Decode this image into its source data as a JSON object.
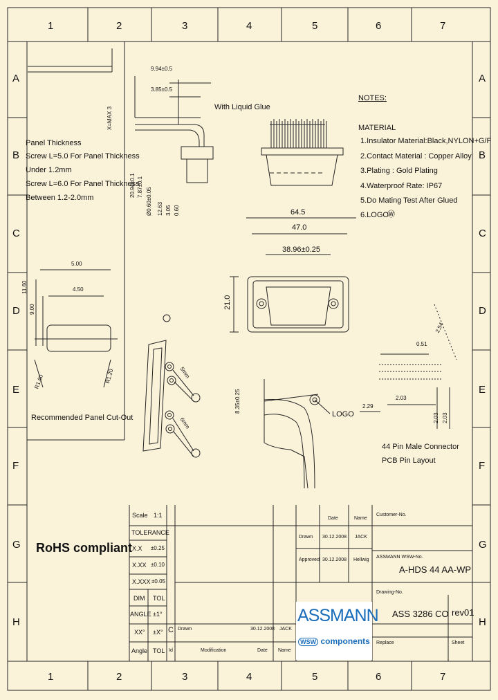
{
  "border": {
    "columns": [
      "1",
      "2",
      "3",
      "4",
      "5",
      "6",
      "7"
    ],
    "rows": [
      "A",
      "B",
      "C",
      "D",
      "E",
      "F",
      "G",
      "H"
    ]
  },
  "notes": {
    "heading": "NOTES:",
    "material_heading": "MATERIAL",
    "items": [
      "1.Insulator Material:Black,NYLON+G/F",
      "2.Contact  Material : Copper Alloy",
      "3.Plating : Gold Plating",
      "4.Waterproof Rate: IP67",
      "5.Do Mating Test After Glued",
      "6.LOGO"
    ]
  },
  "panel": {
    "lines": [
      "Panel Thickness",
      "Screw L=5.0 For Panel Thickness",
      "Under 1.2mm",
      "Screw L=6.0 For Panel Thickness",
      "Between 1.2-2.0mm"
    ],
    "cutout_caption": "Recommended Panel Cut-Out"
  },
  "dimensions": {
    "side_top1": "9.94±0.5",
    "side_top2": "3.85±0.5",
    "xmax": "X=MAX 3",
    "glue": "With Liquid Glue",
    "v1": "20.94±0.1",
    "v2": "7.87±0.1",
    "v3": "Ø0.60±0.05",
    "v4": "12.63",
    "v5": "3.05",
    "v6": "0.60",
    "front_w1": "64.5",
    "front_w2": "47.0",
    "front_w3": "38.96±0.25",
    "front_h": "21.0",
    "cut_w1": "5.00",
    "cut_w2": "4.50",
    "cut_h1": "11.60",
    "cut_h2": "9.00",
    "cut_r1": "R1.60",
    "cut_r2": "R1.20",
    "pcb_rows": "2.54",
    "pcb_pitch": "0.51",
    "pcb_a": "2.29",
    "pcb_b": "2.03",
    "pcb_c": "2.03",
    "pcb_d": "2.03",
    "iso_1": "5mm",
    "iso_2": "6mm",
    "logo_h": "8.35±0.25",
    "logo_label": "LOGO"
  },
  "pcb": {
    "caption1": "44 Pin Male Connector",
    "caption2": "PCB Pin Layout"
  },
  "title_block": {
    "rohs": "RoHS compliant",
    "scale_label": "Scale",
    "scale_value": "1:1",
    "tolerance": "TOLERANCE",
    "tol_rows": [
      [
        "X.X",
        "±0.25"
      ],
      [
        "X.XX",
        "±0.10"
      ],
      [
        "X.XXX",
        "±0.05"
      ]
    ],
    "dim": "DIM",
    "tol": "TOL",
    "angle": "ANGLE",
    "angle_val": "±1°",
    "xx_deg": "XX°",
    "xx_deg_val": "±X°",
    "angle2": "Angle",
    "tol2": "TOL",
    "rev_letter": "C",
    "rev_drawn": "Drawn",
    "rev_date": "30.12.2008",
    "rev_name": "JACK",
    "col_id": "Id",
    "col_mod": "Modification",
    "col_date": "Date",
    "col_name": "Name",
    "hdr_date": "Date",
    "hdr_name": "Name",
    "drawn_label": "Drawn",
    "drawn_date": "30.12.2008",
    "drawn_name": "JACK",
    "approved_label": "Approved",
    "approved_date": "30.12.2008",
    "approved_name": "Hellwig",
    "customer_no": "Customer-No.",
    "assmann_no_label": "ASSMANN WSW-No.",
    "assmann_no": "A-HDS 44 AA-WP",
    "drawing_no_label": "Drawing-No.",
    "drawing_no": "ASS 3286 CO",
    "rev": "rev01",
    "replace": "Replace",
    "sheet": "Sheet"
  },
  "logo": {
    "name": "ASSMANN",
    "sub": "components",
    "wsw": "WSW"
  },
  "colors": {
    "paper": "#fbf2da",
    "ink": "#222222",
    "brand": "#1a6dbb"
  }
}
